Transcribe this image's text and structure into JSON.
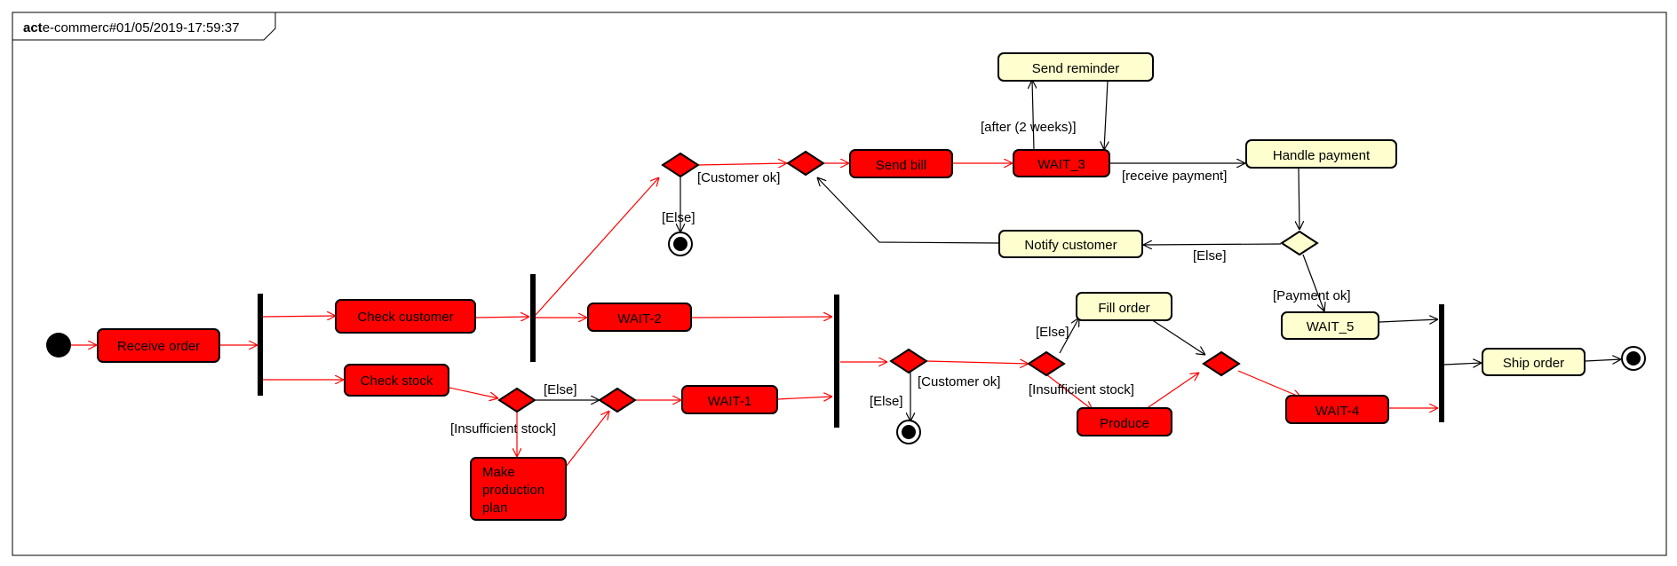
{
  "frame": {
    "keyword": "act",
    "name": "e-commerc#01/05/2019-17:59:37"
  },
  "colors": {
    "active_fill": "#ff0000",
    "inactive_fill": "#fefece",
    "active_edge": "#ff0000",
    "inactive_edge": "#000000",
    "border": "#000000",
    "background": "#ffffff"
  },
  "actions": {
    "receive_order": "Receive order",
    "check_customer": "Check customer",
    "check_stock": "Check stock",
    "make_production_plan_line1": "Make",
    "make_production_plan_line2": "production",
    "make_production_plan_line3": "plan",
    "wait_1": "WAIT-1",
    "wait_2": "WAIT-2",
    "send_bill": "Send bill",
    "wait_3": "WAIT_3",
    "send_reminder": "Send reminder",
    "handle_payment": "Handle payment",
    "notify_customer": "Notify customer",
    "fill_order": "Fill order",
    "produce": "Produce",
    "wait_4": "WAIT-4",
    "wait_5": "WAIT_5",
    "ship_order": "Ship order"
  },
  "guards": {
    "customer_ok_1": "[Customer ok]",
    "else_1": "[Else]",
    "else_stock": "[Else]",
    "insufficient_stock_1": "[Insufficient stock]",
    "after_2_weeks": "[after (2 weeks)]",
    "receive_payment": "[receive payment]",
    "else_payment": "[Else]",
    "payment_ok": "[Payment ok]",
    "customer_ok_2": "[Customer ok]",
    "else_2": "[Else]",
    "else_fill": "[Else]",
    "insufficient_stock_2": "[Insufficient stock]"
  }
}
